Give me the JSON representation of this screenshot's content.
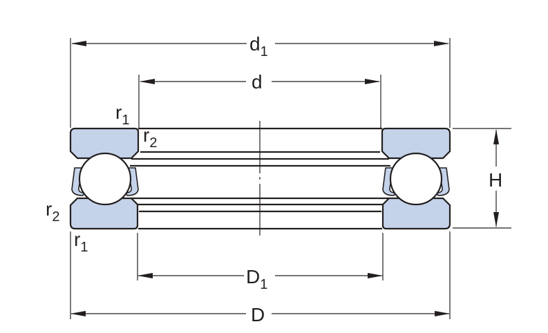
{
  "title": "Thrust ball bearing dimension drawing",
  "colors": {
    "line": "#231f20",
    "washer_fill": "#c5d3ea",
    "ball_fill": "#ffffff",
    "background": "#ffffff"
  },
  "dimensions": {
    "d1": {
      "main": "d",
      "sub": "1"
    },
    "d": {
      "main": "d",
      "sub": ""
    },
    "D1": {
      "main": "D",
      "sub": "1"
    },
    "D": {
      "main": "D",
      "sub": ""
    },
    "H": {
      "main": "H",
      "sub": ""
    }
  },
  "radius_labels": {
    "top_r1": {
      "main": "r",
      "sub": "1"
    },
    "top_r2": {
      "main": "r",
      "sub": "2"
    },
    "bottom_r2": {
      "main": "r",
      "sub": "2"
    },
    "bottom_r1": {
      "main": "r",
      "sub": "1"
    }
  },
  "components": [
    "shaft-washer",
    "housing-washer",
    "ball",
    "cage"
  ]
}
